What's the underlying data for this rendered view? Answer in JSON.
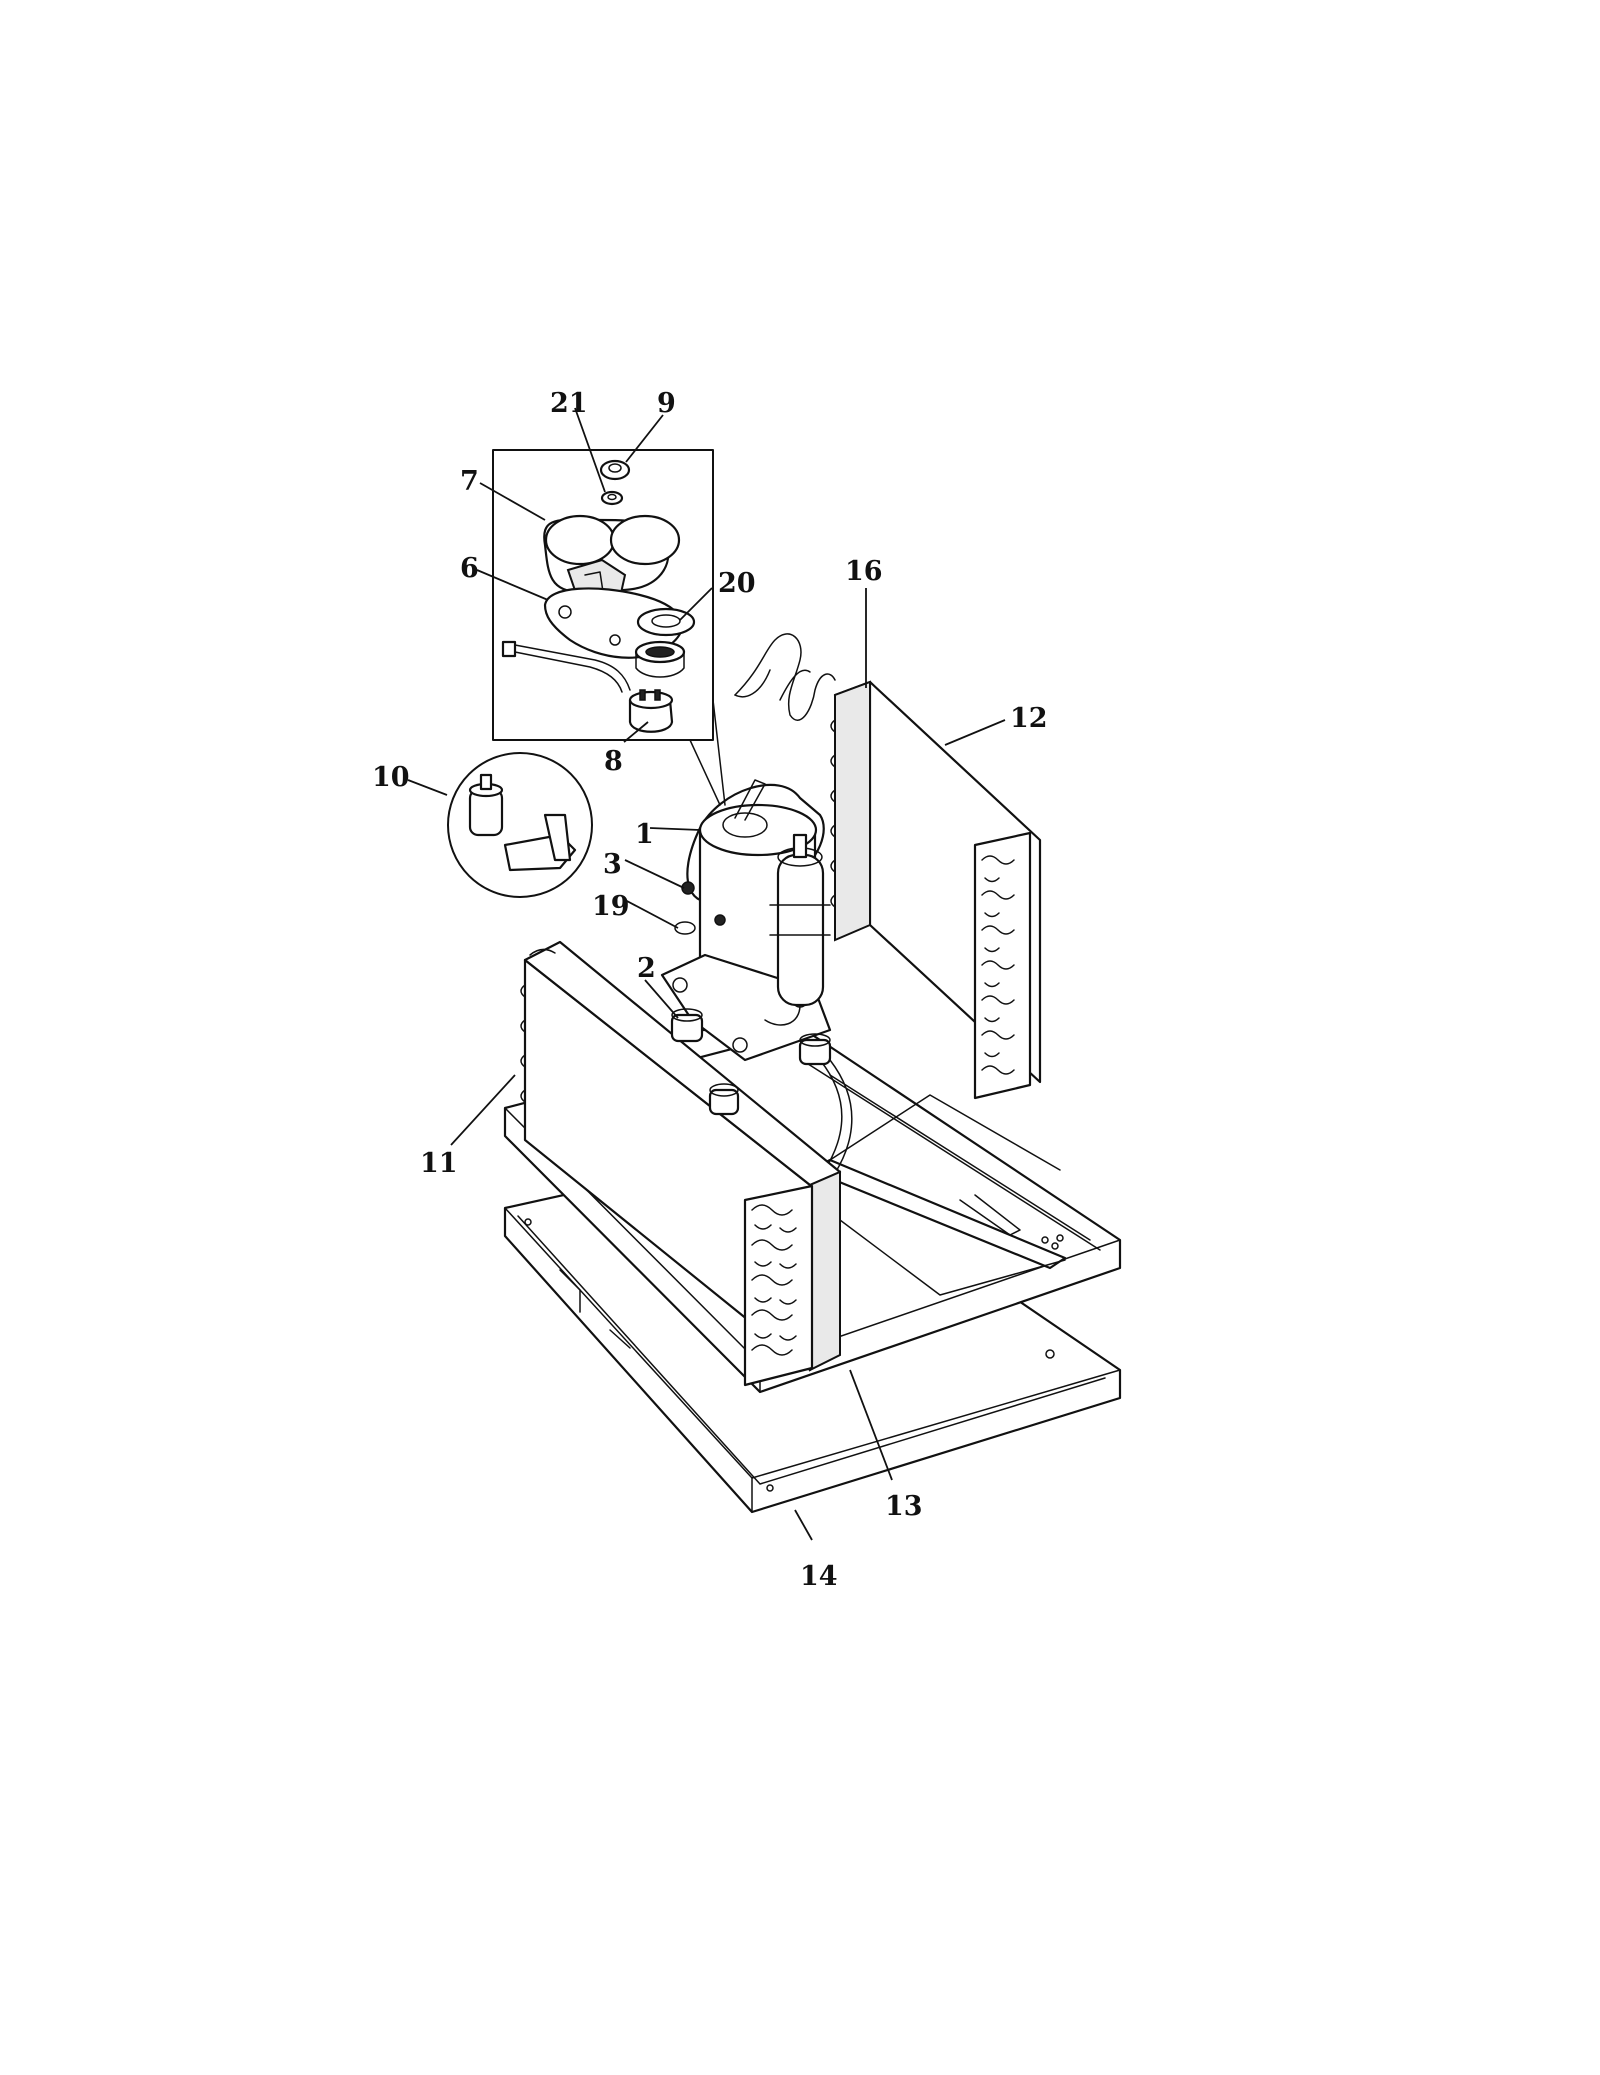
{
  "callouts": {
    "c1": "1",
    "c2": "2",
    "c3": "3",
    "c6": "6",
    "c7": "7",
    "c8": "8",
    "c9": "9",
    "c10": "10",
    "c11": "11",
    "c12": "12",
    "c13": "13",
    "c14": "14",
    "c16": "16",
    "c19": "19",
    "c20": "20",
    "c21": "21"
  }
}
